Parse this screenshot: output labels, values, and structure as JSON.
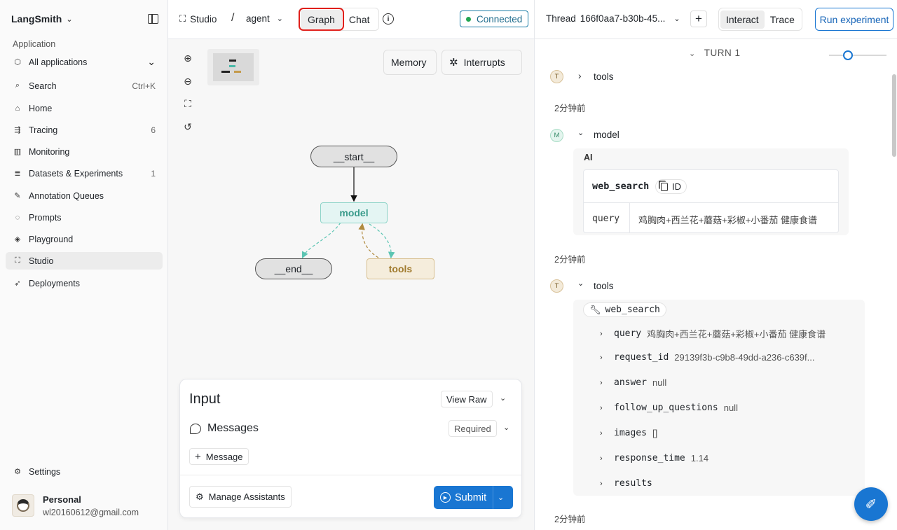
{
  "sidebar": {
    "brand": "LangSmith",
    "section_label": "Application",
    "items": [
      {
        "label": "All applications",
        "icon": "cube-icon",
        "right": "⌄"
      },
      {
        "label": "Search",
        "icon": "search-icon",
        "right": "Ctrl+K"
      },
      {
        "label": "Home",
        "icon": "home-icon",
        "right": ""
      },
      {
        "label": "Tracing",
        "icon": "tracing-icon",
        "right": "6"
      },
      {
        "label": "Monitoring",
        "icon": "bar-chart-icon",
        "right": ""
      },
      {
        "label": "Datasets & Experiments",
        "icon": "database-icon",
        "right": "1"
      },
      {
        "label": "Annotation Queues",
        "icon": "pen-icon",
        "right": ""
      },
      {
        "label": "Prompts",
        "icon": "chat-icon",
        "right": ""
      },
      {
        "label": "Playground",
        "icon": "playground-icon",
        "right": ""
      },
      {
        "label": "Studio",
        "icon": "studio-icon",
        "right": ""
      },
      {
        "label": "Deployments",
        "icon": "rocket-icon",
        "right": ""
      }
    ],
    "settings": "Settings",
    "user_name": "Personal",
    "user_email": "wl20160612@gmail.com"
  },
  "topbar": {
    "studio": "Studio",
    "separator": "/",
    "agent": "agent",
    "tabs": [
      "Graph",
      "Chat"
    ],
    "status": "Connected"
  },
  "canvas": {
    "memory": "Memory",
    "interrupts": "Interrupts",
    "nodes": {
      "start": "__start__",
      "model": "model",
      "end": "__end__",
      "tools": "tools"
    }
  },
  "input_panel": {
    "title": "Input",
    "view_raw": "View Raw",
    "messages": "Messages",
    "required": "Required",
    "add_message": "Message",
    "manage_assistants": "Manage Assistants",
    "submit": "Submit"
  },
  "right": {
    "thread_label": "Thread",
    "thread_id": "166f0aa7-b30b-45...",
    "interact": "Interact",
    "trace": "Trace",
    "run_experiment": "Run experiment",
    "turn": "TURN 1",
    "badge_t": "T",
    "badge_m": "M",
    "tools": "tools",
    "model": "model",
    "time_ago": "2分钟前",
    "ai_label": "AI",
    "tool_name": "web_search",
    "id_label": "ID",
    "query_key": "query",
    "query_val": "鸡胸肉+西兰花+蘑菇+彩椒+小番茄 健康食谱",
    "fields": [
      {
        "k": "query",
        "v": "鸡胸肉+西兰花+蘑菇+彩椒+小番茄 健康食谱"
      },
      {
        "k": "request_id",
        "v": "29139f3b-c9b8-49dd-a236-c639f..."
      },
      {
        "k": "answer",
        "v": "null"
      },
      {
        "k": "follow_up_questions",
        "v": "null"
      },
      {
        "k": "images",
        "v": "[]"
      },
      {
        "k": "response_time",
        "v": "1.14"
      },
      {
        "k": "results",
        "v": ""
      }
    ]
  },
  "colors": {
    "accent": "#1976d2",
    "highlight": "#e0201b",
    "connected": "#22a652"
  }
}
